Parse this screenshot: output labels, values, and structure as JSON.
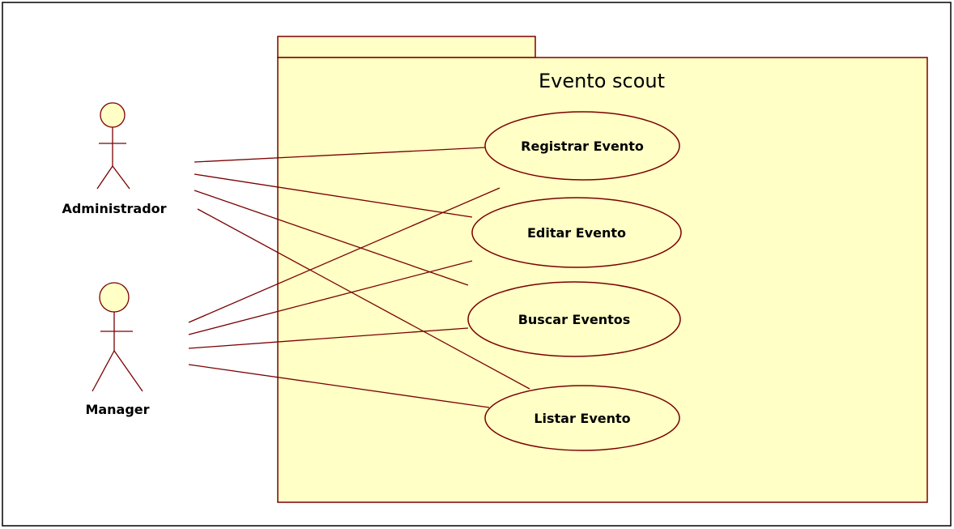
{
  "diagram": {
    "type": "use-case",
    "package": {
      "title": "Evento scout"
    },
    "actors": [
      {
        "id": "admin",
        "name": "Administrador"
      },
      {
        "id": "manager",
        "name": "Manager"
      }
    ],
    "use_cases": [
      {
        "id": "registrar",
        "label": "Registrar Evento"
      },
      {
        "id": "editar",
        "label": "Editar Evento"
      },
      {
        "id": "buscar",
        "label": "Buscar Eventos"
      },
      {
        "id": "listar",
        "label": "Listar Evento"
      }
    ],
    "associations": [
      {
        "actor": "admin",
        "use_case": "registrar"
      },
      {
        "actor": "admin",
        "use_case": "editar"
      },
      {
        "actor": "admin",
        "use_case": "buscar"
      },
      {
        "actor": "admin",
        "use_case": "listar"
      },
      {
        "actor": "manager",
        "use_case": "registrar"
      },
      {
        "actor": "manager",
        "use_case": "editar"
      },
      {
        "actor": "manager",
        "use_case": "buscar"
      },
      {
        "actor": "manager",
        "use_case": "listar"
      }
    ],
    "colors": {
      "fill": "#FFFFC6",
      "stroke": "#7A0000",
      "frame": "#000000"
    }
  }
}
